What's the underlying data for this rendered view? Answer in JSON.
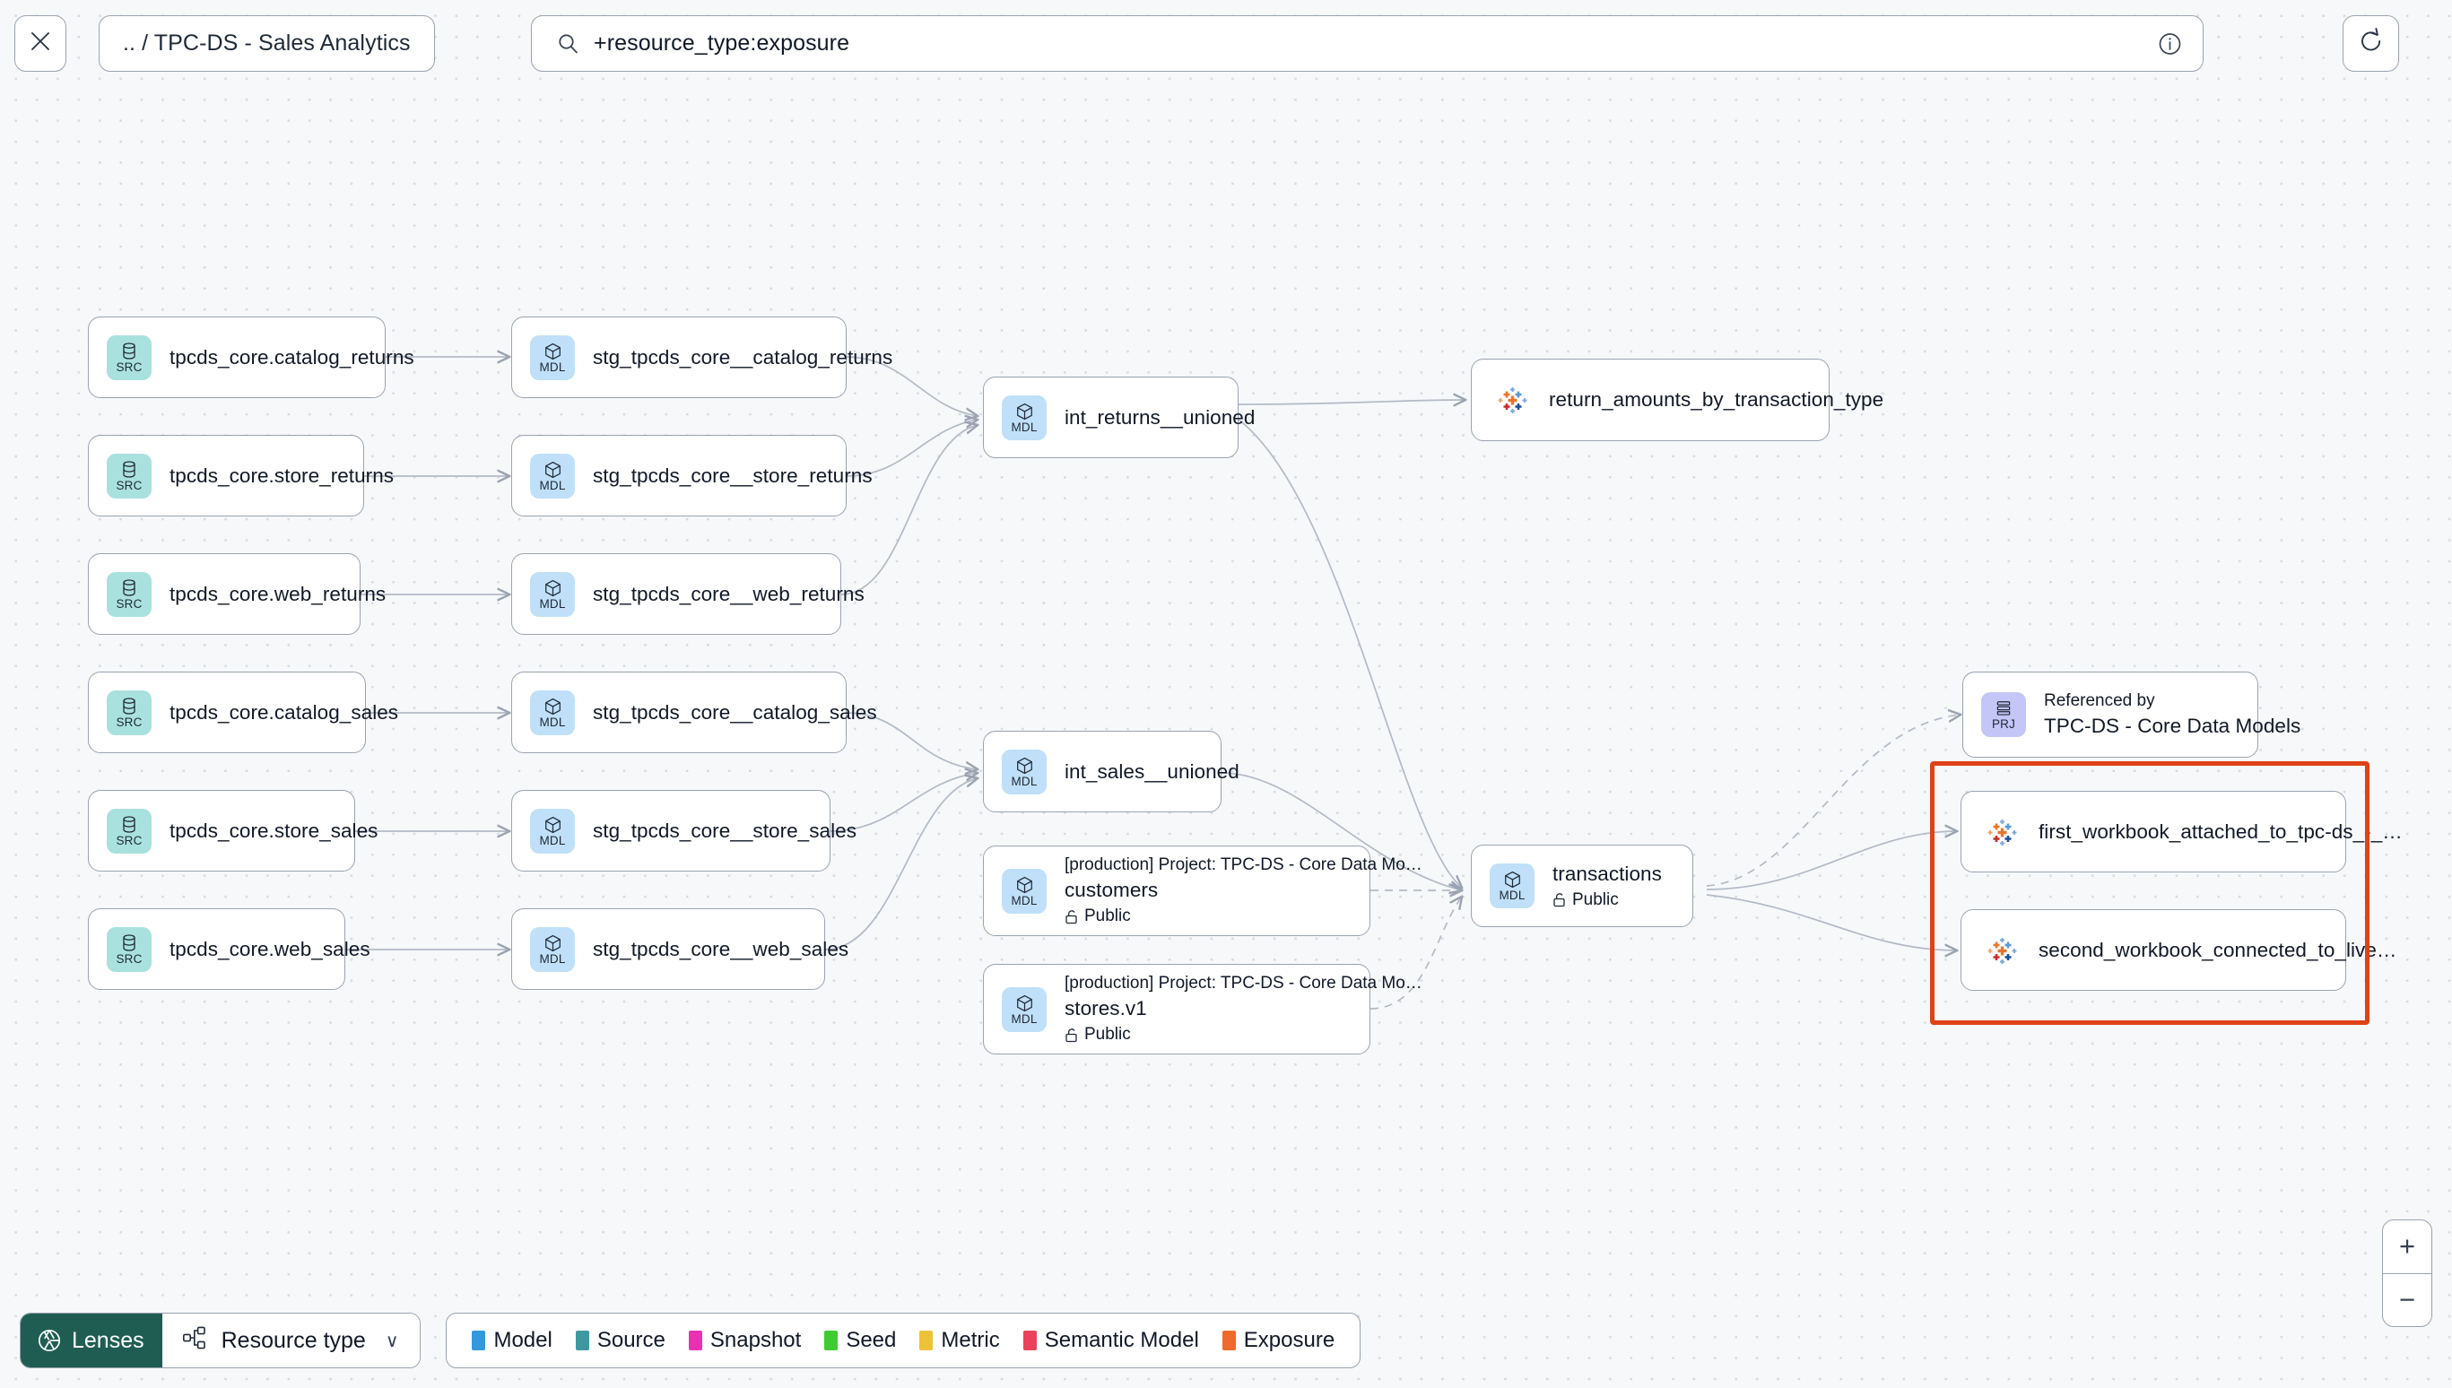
{
  "header": {
    "close_icon": "close-icon",
    "breadcrumb": ".. / TPC-DS - Sales Analytics",
    "search": {
      "icon": "search-icon",
      "value": "+resource_type:exposure",
      "placeholder": "Search",
      "info_icon": "info-icon"
    },
    "refresh_icon": "refresh-icon"
  },
  "graph": {
    "sources": [
      {
        "badge": "SRC",
        "title": "tpcds_core.catalog_returns"
      },
      {
        "badge": "SRC",
        "title": "tpcds_core.store_returns"
      },
      {
        "badge": "SRC",
        "title": "tpcds_core.web_returns"
      },
      {
        "badge": "SRC",
        "title": "tpcds_core.catalog_sales"
      },
      {
        "badge": "SRC",
        "title": "tpcds_core.store_sales"
      },
      {
        "badge": "SRC",
        "title": "tpcds_core.web_sales"
      }
    ],
    "staging": [
      {
        "badge": "MDL",
        "title": "stg_tpcds_core__catalog_returns"
      },
      {
        "badge": "MDL",
        "title": "stg_tpcds_core__store_returns"
      },
      {
        "badge": "MDL",
        "title": "stg_tpcds_core__web_returns"
      },
      {
        "badge": "MDL",
        "title": "stg_tpcds_core__catalog_sales"
      },
      {
        "badge": "MDL",
        "title": "stg_tpcds_core__store_sales"
      },
      {
        "badge": "MDL",
        "title": "stg_tpcds_core__web_sales"
      }
    ],
    "intermediate": [
      {
        "badge": "MDL",
        "title": "int_returns__unioned"
      },
      {
        "badge": "MDL",
        "title": "int_sales__unioned"
      }
    ],
    "semantic": [
      {
        "badge": "MDL",
        "subtitle": "[production] Project: TPC-DS - Core Data Mo…",
        "title": "customers",
        "meta": "Public",
        "meta_icon": "unlock-icon"
      },
      {
        "badge": "MDL",
        "subtitle": "[production] Project: TPC-DS - Core Data Mo…",
        "title": "stores.v1",
        "meta": "Public",
        "meta_icon": "unlock-icon"
      }
    ],
    "transactions": {
      "badge": "MDL",
      "title": "transactions",
      "meta": "Public",
      "meta_icon": "unlock-icon"
    },
    "exposures": [
      {
        "icon": "tableau-icon",
        "title": "return_amounts_by_transaction_type"
      },
      {
        "icon": "tableau-icon",
        "title": "first_workbook_attached_to_tpc-ds_-_…"
      },
      {
        "icon": "tableau-icon",
        "title": "second_workbook_connected_to_live…"
      }
    ],
    "project": {
      "badge": "PRJ",
      "subtitle": "Referenced by",
      "title": "TPC-DS - Core Data Models"
    },
    "highlight_color": "#df4217"
  },
  "bottom": {
    "lenses_label": "Lenses",
    "lenses_icon": "aperture-icon",
    "lenses_bg": "#1f5d52",
    "resource_type_label": "Resource type",
    "resource_type_icon": "hierarchy-icon",
    "chevron": "∨",
    "legend": [
      {
        "label": "Model",
        "color": "#3398dc"
      },
      {
        "label": "Source",
        "color": "#3f98a0"
      },
      {
        "label": "Snapshot",
        "color": "#e930b3"
      },
      {
        "label": "Seed",
        "color": "#3fcc32"
      },
      {
        "label": "Metric",
        "color": "#eec236"
      },
      {
        "label": "Semantic Model",
        "color": "#e8435a"
      },
      {
        "label": "Exposure",
        "color": "#ee6a2d"
      }
    ]
  },
  "zoom_controls": {
    "zoom_in": "+",
    "zoom_out": "−"
  }
}
